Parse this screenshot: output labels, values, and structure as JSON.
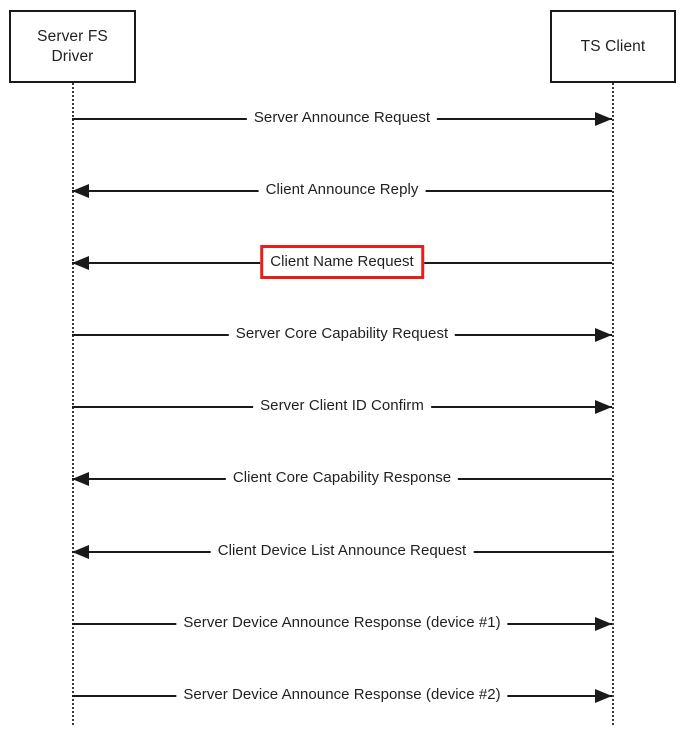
{
  "diagram": {
    "type": "sequence-diagram",
    "title": "",
    "background_color": "#ffffff",
    "line_color": "#1a1a1a",
    "text_color": "#231f20",
    "highlight_color": "#e5201b",
    "participants": [
      {
        "id": "server-fs-driver",
        "label": "Server FS\nDriver",
        "side": "left"
      },
      {
        "id": "ts-client",
        "label": "TS Client",
        "side": "right"
      }
    ],
    "messages": [
      {
        "index": 1,
        "label": "Server Announce Request",
        "direction": "right",
        "from": "server-fs-driver",
        "to": "ts-client",
        "highlighted": false
      },
      {
        "index": 2,
        "label": "Client Announce Reply",
        "direction": "left",
        "from": "ts-client",
        "to": "server-fs-driver",
        "highlighted": false
      },
      {
        "index": 3,
        "label": "Client Name Request",
        "direction": "left",
        "from": "ts-client",
        "to": "server-fs-driver",
        "highlighted": true
      },
      {
        "index": 4,
        "label": "Server Core Capability Request",
        "direction": "right",
        "from": "server-fs-driver",
        "to": "ts-client",
        "highlighted": false
      },
      {
        "index": 5,
        "label": "Server Client ID Confirm",
        "direction": "right",
        "from": "server-fs-driver",
        "to": "ts-client",
        "highlighted": false
      },
      {
        "index": 6,
        "label": "Client Core Capability Response",
        "direction": "left",
        "from": "ts-client",
        "to": "server-fs-driver",
        "highlighted": false
      },
      {
        "index": 7,
        "label": "Client Device List Announce Request",
        "direction": "left",
        "from": "ts-client",
        "to": "server-fs-driver",
        "highlighted": false
      },
      {
        "index": 8,
        "label": "Server Device Announce Response (device #1)",
        "direction": "right",
        "from": "server-fs-driver",
        "to": "ts-client",
        "highlighted": false
      },
      {
        "index": 9,
        "label": "Server Device Announce Response (device #2)",
        "direction": "right",
        "from": "server-fs-driver",
        "to": "ts-client",
        "highlighted": false
      }
    ]
  }
}
